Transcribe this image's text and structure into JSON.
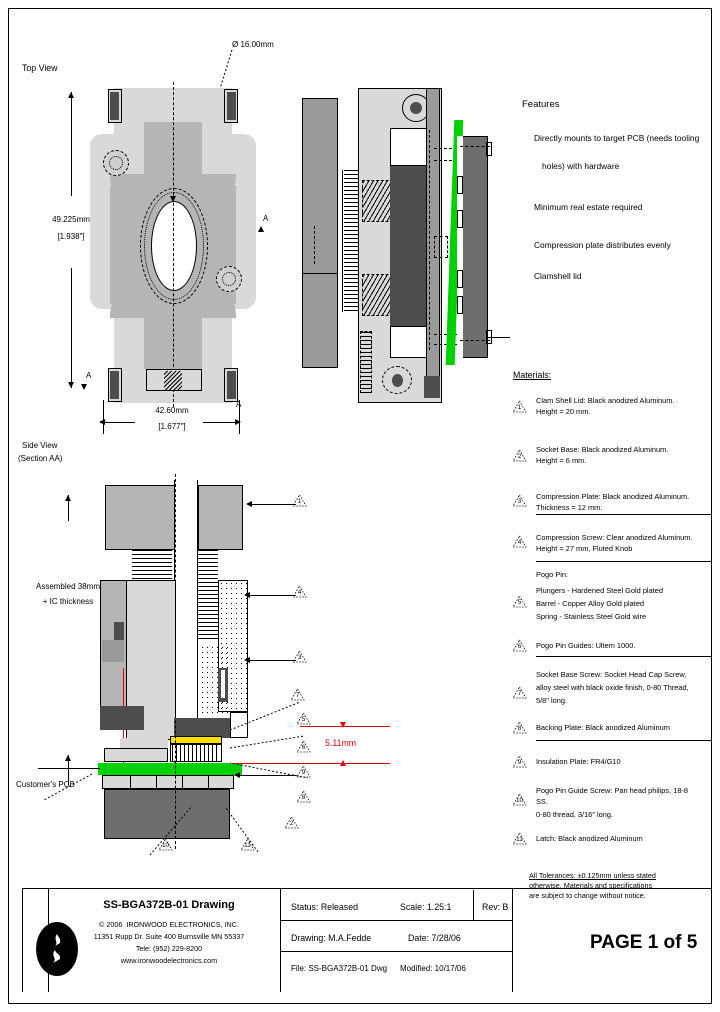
{
  "document": {
    "title": "SS-BGA372B-01 Drawing",
    "page_label": "PAGE 1 of 5"
  },
  "views": {
    "top_view": {
      "label": "Top View",
      "dim_diameter": "Ø 16.00mm",
      "dim_height": "49.225mm",
      "dim_height_inch": "[1.938\"]",
      "dim_width": "42.60mm",
      "dim_width_inch": "[1.677\"]",
      "section_mark_top": "A",
      "section_mark_bottom": "A",
      "section_mark_right": "A"
    },
    "side_view": {
      "label": "Side View",
      "sub_label": "(Section AA)",
      "assembled_note_line1": "Assembled 38mm",
      "assembled_note_line2": "+ IC thickness",
      "pcb_label": "Customer's PCB",
      "stack_dim": "5.11mm"
    }
  },
  "features": {
    "title": "Features",
    "items": [
      "Directly mounts to target PCB (needs tooling",
      "holes) with hardware",
      "Minimum real estate required",
      "Compression plate distributes evenly",
      "Clamshell lid"
    ]
  },
  "materials": {
    "title": "Materials:",
    "items": [
      {
        "num": "1",
        "lines": [
          "Clam Shell Lid: Black anodized Aluminum.",
          "Height = 20 mm."
        ]
      },
      {
        "num": "2",
        "lines": [
          "Socket Base: Black anodized Aluminum.",
          "Height = 6 mm."
        ]
      },
      {
        "num": "3",
        "lines": [
          "Compression Plate: Black anodized Aluminum.",
          "Thickness = 12 mm."
        ]
      },
      {
        "num": "4",
        "lines": [
          "Compression Screw: Clear anodized Aluminum.",
          "Height = 27 mm, Fluted Knob"
        ]
      },
      {
        "num": "5",
        "lines": [
          "Pogo Pin:",
          "Plungers - Hardened Steel Gold plated",
          "Barrel - Copper Alloy Gold plated",
          "Spring - Stainless Steel Gold wire"
        ]
      },
      {
        "num": "6",
        "lines": [
          "Pogo Pin Guides: Ultem 1000."
        ]
      },
      {
        "num": "7",
        "lines": [
          "Socket Base Screw: Socket Head Cap Screw,",
          "alloy steel with black oxide finish, 0-80 Thread,",
          "5/8\" long."
        ]
      },
      {
        "num": "8",
        "lines": [
          "Backing Plate: Black anodized Aluminum"
        ]
      },
      {
        "num": "9",
        "lines": [
          "Insulation Plate: FR4/G10"
        ]
      },
      {
        "num": "10",
        "lines": [
          "Pogo Pin Guide Screw: Pan head philips, 18-8",
          "SS.",
          "0-80 thread, 3/16\" long."
        ]
      },
      {
        "num": "11",
        "lines": [
          "Latch: Black anodized Aluminum"
        ]
      }
    ]
  },
  "tolerance_note": {
    "line1": "All Tolerances: ±0.125mm unless stated",
    "line2": "otherwise. Materials and specifications",
    "line3": "are subject to change without notice."
  },
  "title_block": {
    "drawing_title": "SS-BGA372B-01 Drawing",
    "copyright": "© 2006  IRONWOOD ELECTRONICS, INC.",
    "address": "11351 Rupp Dr. Suite 400 Burnsville MN 55337",
    "phone": "Tele: (952) 229-8200",
    "website": "www.ironwoodelectronics.com",
    "status_label": "Status: Released",
    "drawing_by": "Drawing: M.A.Fedde",
    "file": "File: SS-BGA372B-01 Dwg",
    "scale": "Scale: 1.25:1",
    "date": "Date: 7/28/06",
    "modified": "Modified: 10/17/06",
    "rev": "Rev: B"
  },
  "colors": {
    "pcb_green": "#00d100",
    "dimension_red": "#e00000",
    "metal_light": "#d9d9d9",
    "metal_mid": "#b5b5b5",
    "metal_dark": "#4d4d4d"
  }
}
